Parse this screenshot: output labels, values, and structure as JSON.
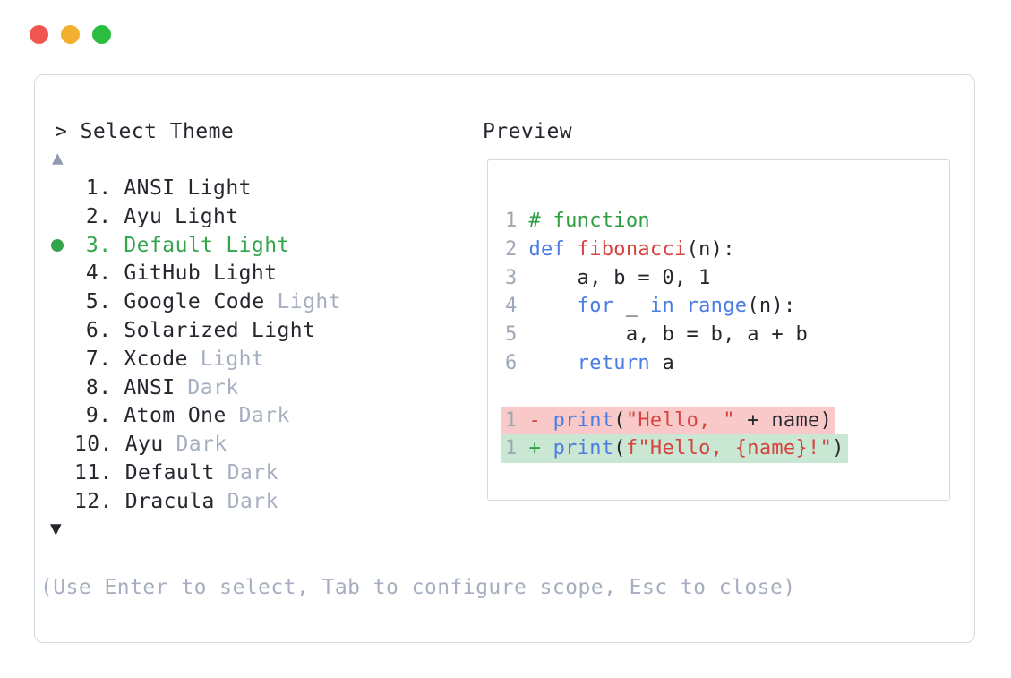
{
  "window": {
    "traffic_lights": [
      {
        "name": "close",
        "color": "#f0564f"
      },
      {
        "name": "minimize",
        "color": "#f3b02f"
      },
      {
        "name": "zoom",
        "color": "#2abe41"
      }
    ]
  },
  "theme_selector": {
    "prompt": "> Select Theme",
    "scroll_up_indicator": "▲",
    "scroll_down_indicator": "▼",
    "selected_index": 2,
    "items": [
      {
        "number": "1.",
        "label": "ANSI",
        "suffix": "Light",
        "suffix_muted": false,
        "selected": false
      },
      {
        "number": "2.",
        "label": "Ayu",
        "suffix": "Light",
        "suffix_muted": false,
        "selected": false
      },
      {
        "number": "3.",
        "label": "Default",
        "suffix": "Light",
        "suffix_muted": false,
        "selected": true
      },
      {
        "number": "4.",
        "label": "GitHub",
        "suffix": "Light",
        "suffix_muted": false,
        "selected": false
      },
      {
        "number": "5.",
        "label": "Google Code",
        "suffix": "Light",
        "suffix_muted": true,
        "selected": false
      },
      {
        "number": "6.",
        "label": "Solarized",
        "suffix": "Light",
        "suffix_muted": false,
        "selected": false
      },
      {
        "number": "7.",
        "label": "Xcode",
        "suffix": "Light",
        "suffix_muted": true,
        "selected": false
      },
      {
        "number": "8.",
        "label": "ANSI",
        "suffix": "Dark",
        "suffix_muted": true,
        "selected": false
      },
      {
        "number": "9.",
        "label": "Atom One",
        "suffix": "Dark",
        "suffix_muted": true,
        "selected": false
      },
      {
        "number": "10.",
        "label": "Ayu",
        "suffix": "Dark",
        "suffix_muted": true,
        "selected": false
      },
      {
        "number": "11.",
        "label": "Default",
        "suffix": "Dark",
        "suffix_muted": true,
        "selected": false
      },
      {
        "number": "12.",
        "label": "Dracula",
        "suffix": "Dark",
        "suffix_muted": true,
        "selected": false
      }
    ],
    "footer_hint": "(Use Enter to select, Tab to configure scope, Esc to close)"
  },
  "preview": {
    "label": "Preview",
    "lines": [
      {
        "num": "1",
        "tokens": [
          {
            "c": "comment",
            "t": "# function"
          }
        ]
      },
      {
        "num": "2",
        "tokens": [
          {
            "c": "keyword",
            "t": "def"
          },
          {
            "c": "plain",
            "t": " "
          },
          {
            "c": "func",
            "t": "fibonacci"
          },
          {
            "c": "plain",
            "t": "(n):"
          }
        ]
      },
      {
        "num": "3",
        "tokens": [
          {
            "c": "plain",
            "t": "    a, b = 0, 1"
          }
        ]
      },
      {
        "num": "4",
        "tokens": [
          {
            "c": "plain",
            "t": "    "
          },
          {
            "c": "keyword",
            "t": "for"
          },
          {
            "c": "plain",
            "t": " _ "
          },
          {
            "c": "keyword",
            "t": "in"
          },
          {
            "c": "plain",
            "t": " "
          },
          {
            "c": "keyword",
            "t": "range"
          },
          {
            "c": "plain",
            "t": "(n):"
          }
        ]
      },
      {
        "num": "5",
        "tokens": [
          {
            "c": "plain",
            "t": "        a, b = b, a + b"
          }
        ]
      },
      {
        "num": "6",
        "tokens": [
          {
            "c": "plain",
            "t": "    "
          },
          {
            "c": "keyword",
            "t": "return"
          },
          {
            "c": "plain",
            "t": " a"
          }
        ]
      },
      {
        "num": "",
        "tokens": []
      },
      {
        "num": "1",
        "diff": "removed",
        "tokens": [
          {
            "c": "minus",
            "t": "- "
          },
          {
            "c": "keyword",
            "t": "print"
          },
          {
            "c": "plain",
            "t": "("
          },
          {
            "c": "string",
            "t": "\"Hello, \""
          },
          {
            "c": "plain",
            "t": " + name)"
          }
        ]
      },
      {
        "num": "1",
        "diff": "added",
        "tokens": [
          {
            "c": "plus",
            "t": "+ "
          },
          {
            "c": "keyword",
            "t": "print"
          },
          {
            "c": "plain",
            "t": "("
          },
          {
            "c": "string",
            "t": "f\"Hello, {name}!\""
          },
          {
            "c": "plain",
            "t": ")"
          }
        ]
      }
    ]
  },
  "colors": {
    "text-dark": "#25272e",
    "muted-gray": "#a6afc0",
    "line-number-gray": "#9fa8b6",
    "selected-green": "#33a54c",
    "comment-green": "#2f9e44",
    "keyword-blue": "#4a7ce4",
    "string-red": "#d5443f",
    "diff-removed-bg": "#f8c9c8",
    "diff-added-bg": "#c9e7d3",
    "border-gray": "#d4d9e0",
    "arrow-up-gray": "#8e9ab0",
    "traffic-red": "#f0564f",
    "traffic-yellow": "#f3b02f",
    "traffic-green": "#2abe41"
  }
}
